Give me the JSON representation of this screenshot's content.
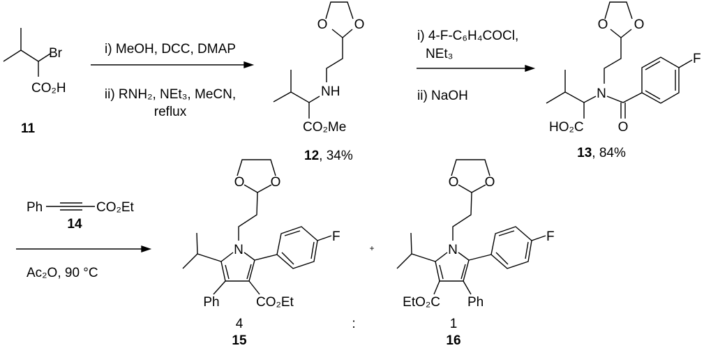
{
  "scheme": {
    "step1": {
      "reagent_line1": "i) MeOH, DCC, DMAP",
      "reagent_line2": "ii) RNH₂, NEt₃, MeCN,",
      "reagent_line3": "reflux"
    },
    "step2": {
      "reagent_line1": "i) 4-F-C₆H₄COCl,",
      "reagent_line2": "NEt₃",
      "reagent_line3": "ii) NaOH"
    },
    "step3": {
      "alkyne_left": "Ph",
      "alkyne_right": "CO₂Et",
      "alkyne_number": "14",
      "conditions": "Ac₂O, 90 °C"
    },
    "compounds": {
      "c11": {
        "number": "11",
        "br": "Br",
        "acid": "CO₂H"
      },
      "c12": {
        "number": "12",
        "yield": ", 34%",
        "o": "O",
        "nh": "NH",
        "ester": "CO₂Me"
      },
      "c13": {
        "number": "13",
        "yield": ", 84%",
        "o": "O",
        "n": "N",
        "f": "F",
        "acid": "HO₂C"
      },
      "c15": {
        "number": "15",
        "ratio": "4",
        "o": "O",
        "n": "N",
        "f": "F",
        "ph": "Ph",
        "ester": "CO₂Et"
      },
      "c16": {
        "number": "16",
        "ratio": "1",
        "o": "O",
        "n": "N",
        "f": "F",
        "ph": "Ph",
        "ester": "EtO₂C"
      }
    },
    "plus": "+",
    "ratio_sep": ":"
  }
}
